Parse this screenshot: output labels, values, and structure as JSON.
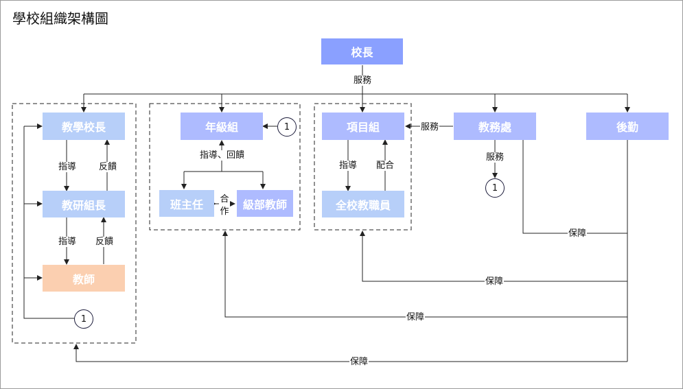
{
  "title": "學校組織架構圖",
  "colors": {
    "top": "#8aa0ff",
    "mid": "#aebbff",
    "light": "#b7cff9",
    "teacher": "#fbcfb0",
    "line": "#222222"
  },
  "nodes": {
    "principal": "校長",
    "teaching_vp": "教學校長",
    "research_head": "教研組長",
    "teacher": "教師",
    "grade_group": "年級組",
    "homeroom_teacher": "班主任",
    "grade_teachers": "級部教師",
    "project_group": "項目組",
    "all_staff": "全校教職員",
    "academic_office": "教務處",
    "logistics": "後勤"
  },
  "edge_labels": {
    "serve_top": "服務",
    "guide_1": "指導",
    "feedback_1": "反饋",
    "guide_2": "指導",
    "feedback_2": "反饋",
    "guide_return": "指導、回饋",
    "cooperate_1": "合",
    "cooperate_2": "作",
    "guide_3": "指導",
    "coordinate": "配合",
    "serve_project": "服務",
    "serve_office": "服務",
    "support_1": "保障",
    "support_2": "保障",
    "support_3": "保障",
    "support_4": "保障"
  },
  "connectors": {
    "c1": "1",
    "c2": "1",
    "c3": "1"
  }
}
